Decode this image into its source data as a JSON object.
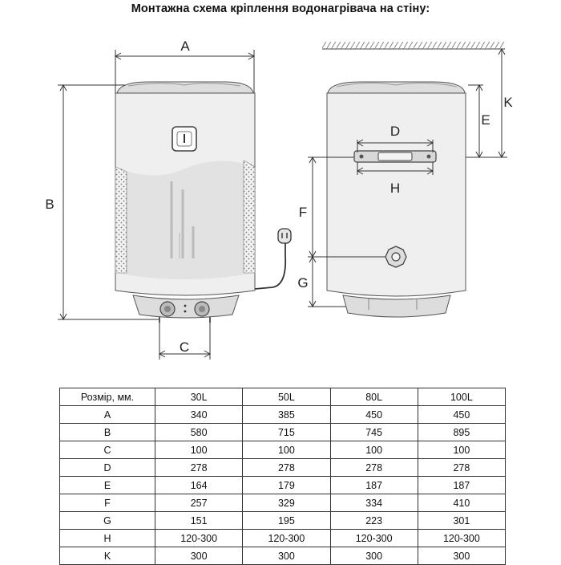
{
  "title": "Монтажна схема кріплення водонагрівача на стіну:",
  "diagram": {
    "front_labels": {
      "a": "A",
      "b": "B",
      "c": "C"
    },
    "side_labels": {
      "d": "D",
      "e": "E",
      "f": "F",
      "g": "G",
      "h": "H",
      "k": "K"
    }
  },
  "table": {
    "headers": [
      "Розмір, мм.",
      "30L",
      "50L",
      "80L",
      "100L"
    ],
    "rows": [
      [
        "A",
        "340",
        "385",
        "450",
        "450"
      ],
      [
        "B",
        "580",
        "715",
        "745",
        "895"
      ],
      [
        "C",
        "100",
        "100",
        "100",
        "100"
      ],
      [
        "D",
        "278",
        "278",
        "278",
        "278"
      ],
      [
        "E",
        "164",
        "179",
        "187",
        "187"
      ],
      [
        "F",
        "257",
        "329",
        "334",
        "410"
      ],
      [
        "G",
        "151",
        "195",
        "223",
        "301"
      ],
      [
        "H",
        "120-300",
        "120-300",
        "120-300",
        "120-300"
      ],
      [
        "K",
        "300",
        "300",
        "300",
        "300"
      ]
    ]
  }
}
